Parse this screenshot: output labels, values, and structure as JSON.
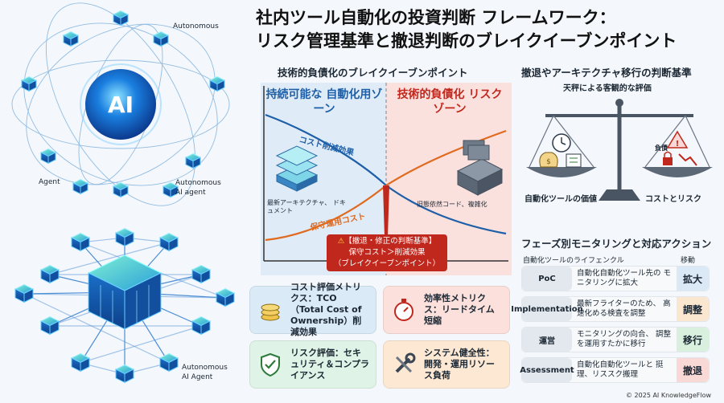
{
  "title_line1": "社内ツール自動化の投資判断 フレームワーク：",
  "title_line2": "リスク管理基準と撤退判断のブレイクイーブンポイント",
  "network": {
    "top_center_label": "AI",
    "label_autonomous": "Autonomous",
    "label_agent": "Agent",
    "label_autonomous_ai_agent_top": "Autonomous AI agent",
    "label_autonomous_ai_agent_bottom": "Autonomous AI Agent"
  },
  "chart": {
    "heading": "技術的負債化のブレイクイーブンポイント",
    "zone_left": "持続可能な 自動化用ゾーン",
    "zone_right": "技術的負債化 リスクゾーン",
    "curve_benefit_label": "コスト削減効果",
    "curve_cost_label": "保守運用コスト",
    "note_left": "最新アーキテクチャ、 ドキュメント",
    "note_right": "旧態依然コード、複雑化",
    "callout_line1": "【撤退・修正の判断基準】",
    "callout_line2": "保守コスト＞削減効果",
    "callout_line3": "（ブレイクイーブンポイント）",
    "callout_icon": "warning-icon"
  },
  "metrics": [
    {
      "text": "コスト評価メトリクス：TCO（Total Cost of Ownership）削減効果",
      "icon": "coins-icon",
      "color": "#dbeaf7"
    },
    {
      "text": "効率性メトリクス：リードタイム短縮",
      "icon": "stopwatch-icon",
      "color": "#fbe0dc"
    },
    {
      "text": "リスク評価：セキュリティ＆コンプライアンス",
      "icon": "shield-check-icon",
      "color": "#dff3e6"
    },
    {
      "text": "システム健全性：開発・運用リソース負荷",
      "icon": "wrench-icon",
      "color": "#fde9d3"
    }
  ],
  "scale": {
    "heading": "撤退やアーキテクチャ移行の判断基準",
    "subheading": "天秤による客観的な評価",
    "left_label": "自動化ツールの価値",
    "right_label": "コストとリスク",
    "right_pan_text": "負債",
    "icons": [
      "scale-icon",
      "clock-icon",
      "money-bag-icon",
      "checklist-icon",
      "warning-icon",
      "lock-icon",
      "down-trend-icon"
    ]
  },
  "phases": {
    "heading": "フェーズ別モニタリングと対応アクション",
    "col_left": "自動化ツールのライフェンクル",
    "col_right": "移動",
    "rows": [
      {
        "phase": "PoC",
        "desc": "自動化自動化ツール先の モニタリングに拡大",
        "action": "拡大",
        "color": "#dbe9f6"
      },
      {
        "phase": "Implementation",
        "desc": "最新フライターのため、 高速化める検査を調整",
        "action": "調整",
        "color": "#fbe7cf"
      },
      {
        "phase": "運営",
        "desc": "モニタリングの向合、 調整を運用すたかに移行",
        "action": "移行",
        "color": "#d9f0df"
      },
      {
        "phase": "Assessment",
        "desc": "自動化自動化ツールと 挺理、リススク搬理",
        "action": "撤退",
        "color": "#f9d9d6"
      }
    ]
  },
  "footer": "© 2025 AI KnowledgeFlow"
}
